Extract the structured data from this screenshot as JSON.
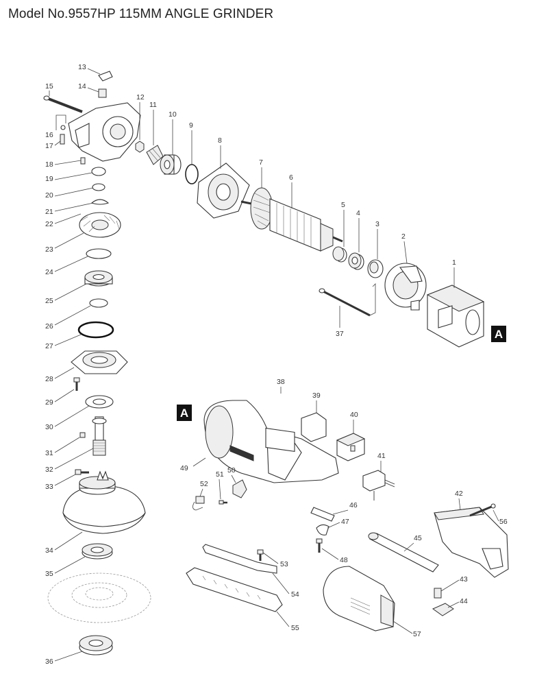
{
  "title": "Model No.9557HP 115MM ANGLE GRINDER",
  "section_marker": "A",
  "part_numbers": {
    "p1": "1",
    "p2": "2",
    "p3": "3",
    "p4": "4",
    "p5": "5",
    "p6": "6",
    "p7": "7",
    "p8": "8",
    "p9": "9",
    "p10": "10",
    "p11": "11",
    "p12": "12",
    "p13": "13",
    "p14": "14",
    "p15": "15",
    "p16": "16",
    "p17": "17",
    "p18": "18",
    "p19": "19",
    "p20": "20",
    "p21": "21",
    "p22": "22",
    "p23": "23",
    "p24": "24",
    "p25": "25",
    "p26": "26",
    "p27": "27",
    "p28": "28",
    "p29": "29",
    "p30": "30",
    "p31": "31",
    "p32": "32",
    "p33": "33",
    "p34": "34",
    "p35": "35",
    "p36": "36",
    "p37": "37",
    "p38": "38",
    "p39": "39",
    "p40": "40",
    "p41": "41",
    "p42": "42",
    "p43": "43",
    "p44": "44",
    "p45": "45",
    "p46": "46",
    "p47": "47",
    "p48": "48",
    "p49": "49",
    "p50": "50",
    "p51": "51",
    "p52": "52",
    "p53": "53",
    "p54": "54",
    "p55": "55",
    "p56": "56",
    "p57": "57"
  }
}
